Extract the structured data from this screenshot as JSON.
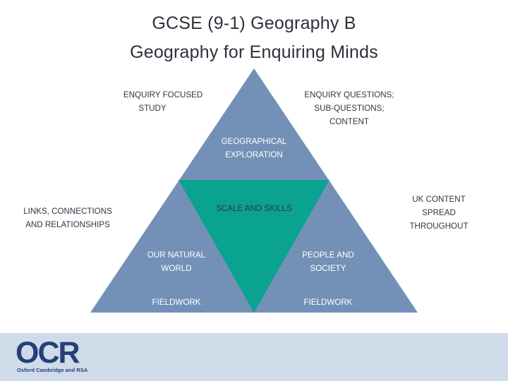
{
  "header": {
    "title_line1": "GCSE (9-1) Geography B",
    "title_line2": "Geography for Enquiring Minds"
  },
  "diagram": {
    "top_left_label": [
      "ENQUIRY FOCUSED",
      "STUDY"
    ],
    "top_right_label": [
      "ENQUIRY QUESTIONS;",
      "SUB-QUESTIONS;",
      "CONTENT"
    ],
    "top_triangle_label": [
      "GEOGRAPHICAL",
      "EXPLORATION"
    ],
    "left_outer_label": [
      "LINKS, CONNECTIONS",
      "AND RELATIONSHIPS"
    ],
    "right_outer_label": [
      "UK CONTENT",
      "SPREAD",
      "THROUGHOUT"
    ],
    "center_label": "SCALE AND SKILLS",
    "left_triangle_label": [
      "OUR NATURAL",
      "WORLD"
    ],
    "right_triangle_label": [
      "PEOPLE AND",
      "SOCIETY"
    ],
    "left_fieldwork": "FIELDWORK",
    "right_fieldwork": "FIELDWORK"
  },
  "colors": {
    "outer_triangle": "#7391b7",
    "center_triangle": "#0aa38f",
    "footer_band": "#d0dbe9",
    "brand": "#253f7a"
  },
  "footer": {
    "logo_text": "OCR",
    "logo_subtitle": "Oxford Cambridge and RSA"
  }
}
